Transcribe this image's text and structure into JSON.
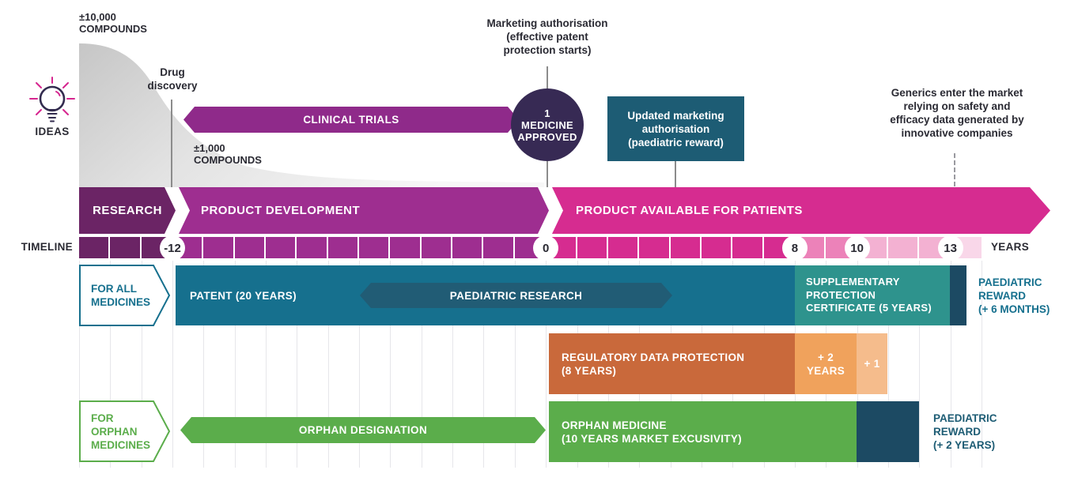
{
  "colors": {
    "research": "#6B2465",
    "product_development": "#9E2E90",
    "product_available": "#D62C90",
    "clinical_trials": "#8F2A8A",
    "approved_circle": "#372A54",
    "updated_box": "#1D5C74",
    "patent_teal": "#16708E",
    "paediatric_research_teal": "#215C75",
    "spc_teal_green": "#2E938D",
    "navy": "#1C4A63",
    "rdp_orange": "#C9693B",
    "plus2_orange": "#F0A25C",
    "plus1_orange": "#F5BC8C",
    "orphan_green": "#5BAD4B",
    "connector_gray": "#8C8C8C",
    "gridline": "#E6E6EA",
    "text_dark": "#2A2A33"
  },
  "ideas": {
    "label": "IDEAS"
  },
  "funnel": {
    "top_label": "±10,000\nCOMPOUNDS",
    "mid_label": "±1,000\nCOMPOUNDS"
  },
  "annotations": {
    "drug_discovery": "Drug\ndiscovery",
    "clinical_trials": "CLINICAL TRIALS",
    "marketing_authorisation": "Marketing authorisation\n(effective patent\nprotection starts)",
    "medicine_approved": "1\nMEDICINE\nAPPROVED",
    "updated_marketing": "Updated marketing\nauthorisation\n(paediatric reward)",
    "generics": "Generics enter the market\nrelying on safety and\nefficacy data generated by\ninnovative companies"
  },
  "stages": [
    {
      "label": "RESEARCH"
    },
    {
      "label": "PRODUCT DEVELOPMENT"
    },
    {
      "label": "PRODUCT AVAILABLE FOR PATIENTS"
    }
  ],
  "timeline": {
    "label": "TIMELINE",
    "years_label": "YEARS",
    "groups": [
      {
        "years": 3,
        "color": "#6B2465"
      },
      {
        "years": 12,
        "color": "#9E2E90"
      },
      {
        "years": 8,
        "color": "#D62C90"
      },
      {
        "years": 2,
        "color": "#EC82B9"
      },
      {
        "years": 3,
        "color": "#F3B1D2"
      },
      {
        "years": 1,
        "color": "#F9D7E9"
      }
    ],
    "markers": [
      {
        "label": "-12",
        "boundary": 3
      },
      {
        "label": "0",
        "boundary": 15
      },
      {
        "label": "8",
        "boundary": 23
      },
      {
        "label": "10",
        "boundary": 25
      },
      {
        "label": "13",
        "boundary": 28
      }
    ]
  },
  "for_all_medicines": {
    "category_label": "FOR ALL\nMEDICINES",
    "patent": "PATENT (20 YEARS)",
    "paediatric_research": "PAEDIATRIC RESEARCH",
    "spc": "SUPPLEMENTARY\nPROTECTION\nCERTIFICATE (5 YEARS)",
    "paediatric_reward": "PAEDIATRIC\nREWARD\n(+ 6 MONTHS)",
    "rdp": "REGULATORY DATA PROTECTION\n(8 YEARS)",
    "plus2": "+ 2\nYEARS",
    "plus1": "+ 1"
  },
  "for_orphan_medicines": {
    "category_label": "FOR\nORPHAN\nMEDICINES",
    "designation": "ORPHAN DESIGNATION",
    "orphan_medicine": "ORPHAN MEDICINE\n(10 YEARS MARKET EXCUSIVITY)",
    "paediatric_reward": "PAEDIATRIC\nREWARD\n(+ 2 YEARS)"
  }
}
